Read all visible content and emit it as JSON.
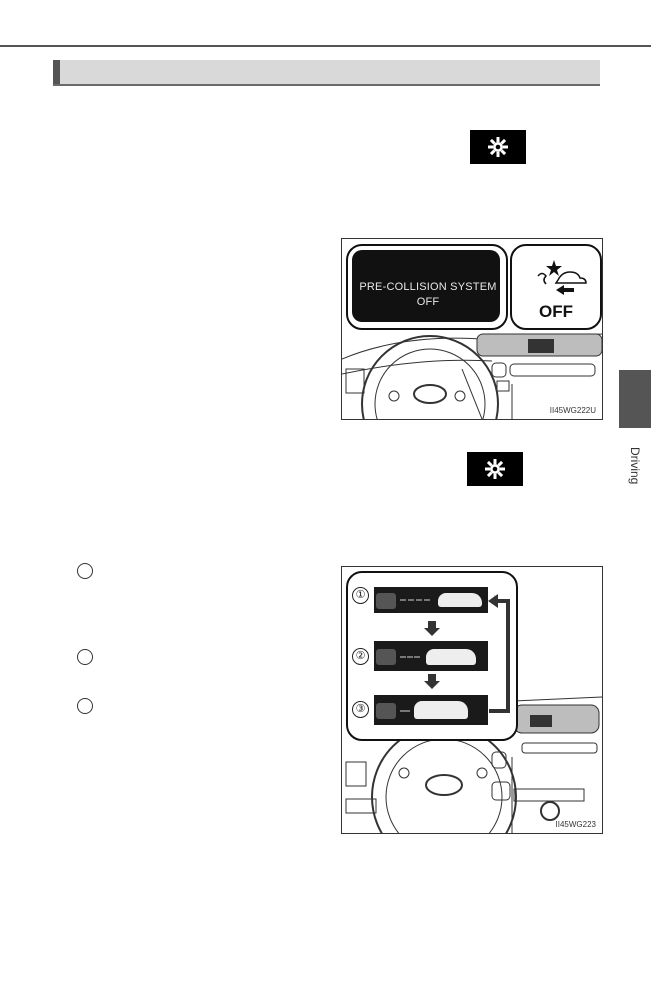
{
  "page": {
    "side_tab_label": "Driving"
  },
  "figure1": {
    "screen_line1": "PRE-COLLISION SYSTEM",
    "screen_line2": "OFF",
    "off_label": "OFF",
    "code": "II45WG222U"
  },
  "figure2": {
    "steps": [
      "①",
      "②",
      "③"
    ],
    "code": "II45WG223"
  },
  "icons": {
    "setting_icon_1": "gear-icon",
    "setting_icon_2": "gear-icon",
    "pcs_off_indicator": "pre-collision-off-icon"
  },
  "colors": {
    "section_bar": "#d9d9d9",
    "side_tab": "#555555",
    "icon_bg": "#000000"
  }
}
